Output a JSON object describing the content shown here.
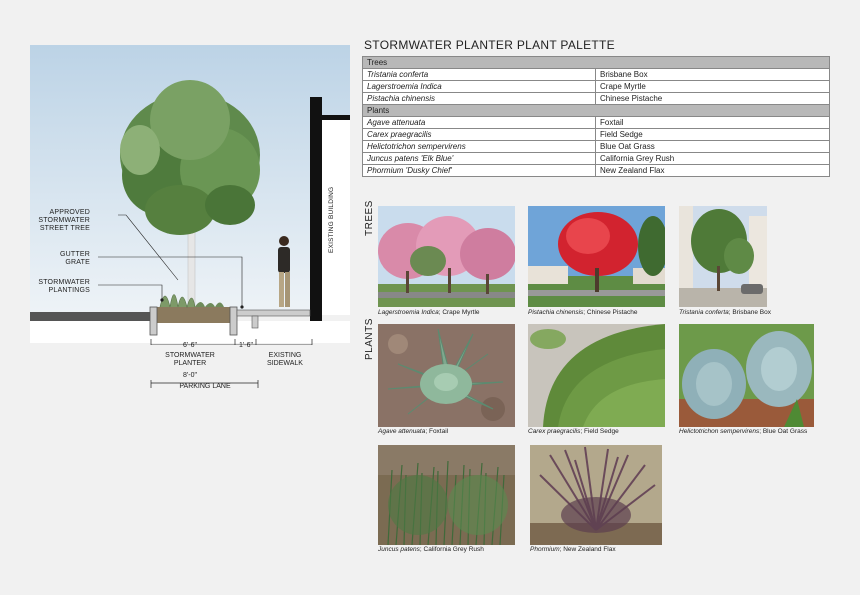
{
  "section": {
    "labels": {
      "street_tree": [
        "APPROVED",
        "STORMWATER",
        "STREET TREE"
      ],
      "gutter": [
        "GUTTER",
        "GRATE"
      ],
      "plantings": [
        "STORMWATER",
        "PLANTINGS"
      ],
      "building": "EXISTING BUILDING"
    },
    "dims": {
      "planter_width": "6'-6\"",
      "planter_label": [
        "STORMWATER",
        "PLANTER"
      ],
      "curb_width": "1'-6\"",
      "sidewalk_label": [
        "EXISTING",
        "SIDEWALK"
      ],
      "lane_width": "8'-0\"",
      "lane_label": "PARKING LANE"
    }
  },
  "palette": {
    "title": "STORMWATER PLANTER PLANT PALETTE",
    "groups": [
      {
        "header": "Trees",
        "rows": [
          {
            "sci": "Tristania conferta",
            "common": "Brisbane Box"
          },
          {
            "sci": "Lagerstroemia Indica",
            "common": "Crape Myrtle"
          },
          {
            "sci": "Pistachia chinensis",
            "common": "Chinese Pistache"
          }
        ]
      },
      {
        "header": "Plants",
        "rows": [
          {
            "sci": "Agave attenuata",
            "common": "Foxtail"
          },
          {
            "sci": "Carex praegracilis",
            "common": "Field Sedge"
          },
          {
            "sci": "Helictotrichon sempervirens",
            "common": "Blue Oat Grass"
          },
          {
            "sci": "Juncus patens 'Elk Blue'",
            "common": "California Grey Rush"
          },
          {
            "sci": "Phormium 'Dusky Chief'",
            "common": "New Zealand Flax"
          }
        ]
      }
    ]
  },
  "gallery": {
    "trees_label": "TREES",
    "plants_label": "PLANTS",
    "captions": {
      "lagerstroemia": {
        "sci": "Lagerstroemia Indica",
        "common": "; Crape Myrtle"
      },
      "pistachia": {
        "sci": "Pistachia chinensis",
        "common": "; Chinese Pistache"
      },
      "tristania": {
        "sci": "Tristania conferta",
        "common": "; Brisbane Box"
      },
      "agave": {
        "sci": "Agave attenuata",
        "common": "; Foxtail"
      },
      "carex": {
        "sci": "Carex praegracilis",
        "common": "; Field Sedge"
      },
      "helictotrichon": {
        "sci": "Helictotrichon sempervirens",
        "common": "; Blue Oat Grass"
      },
      "juncus": {
        "sci": "Juncus patens",
        "common": "; California Grey Rush"
      },
      "phormium": {
        "sci": "Phormium",
        "common": "; New Zealand Flax"
      }
    }
  }
}
